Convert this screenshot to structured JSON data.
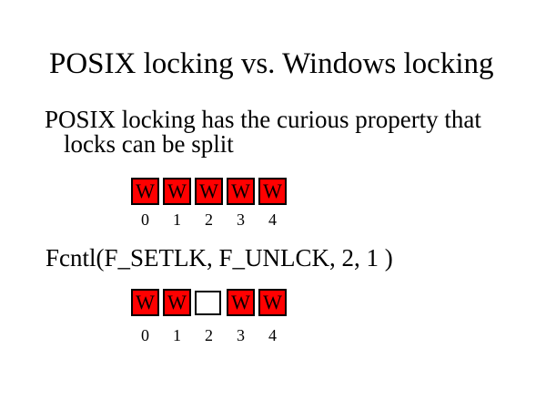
{
  "slide": {
    "title": "POSIX locking vs. Windows locking",
    "body": {
      "lines": [
        "POSIX locking has the curious property that",
        "locks can be split"
      ]
    },
    "code_line": "Fcntl(F_SETLK, F_UNLCK, 2, 1 )",
    "colors": {
      "background": "#FFFFFF",
      "text": "#000000",
      "lock_fill": "#FF0000",
      "empty_fill": "#FFFFFF",
      "border": "#000000"
    },
    "lock_rows": [
      {
        "cells": [
          {
            "label": "W",
            "state": "locked"
          },
          {
            "label": "W",
            "state": "locked"
          },
          {
            "label": "W",
            "state": "locked"
          },
          {
            "label": "W",
            "state": "locked"
          },
          {
            "label": "W",
            "state": "locked"
          }
        ],
        "indices": [
          "0",
          "1",
          "2",
          "3",
          "4"
        ]
      },
      {
        "cells": [
          {
            "label": "W",
            "state": "locked"
          },
          {
            "label": "W",
            "state": "locked"
          },
          {
            "label": "",
            "state": "unlocked"
          },
          {
            "label": "W",
            "state": "locked"
          },
          {
            "label": "W",
            "state": "locked"
          }
        ],
        "indices": [
          "0",
          "1",
          "2",
          "3",
          "4"
        ]
      }
    ]
  }
}
